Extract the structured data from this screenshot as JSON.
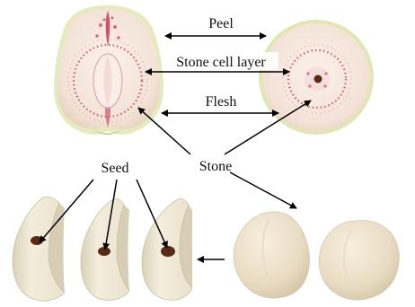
{
  "labels": {
    "peel": "Peel",
    "stone_cell_layer": "Stone cell layer",
    "flesh": "Flesh",
    "seed": "Seed",
    "stone": "Stone"
  },
  "colors": {
    "peel": "#dfe8b4",
    "flesh": "#f6e8de",
    "flesh_edge": "#f0dccd",
    "red_tissue": "#c73a5a",
    "stone_cell_dots": "#c9445f",
    "seed": "#5a2a14",
    "stone_body": "#ede2cc",
    "stone_shadow": "#d6c8ad",
    "arrow": "#000000"
  }
}
